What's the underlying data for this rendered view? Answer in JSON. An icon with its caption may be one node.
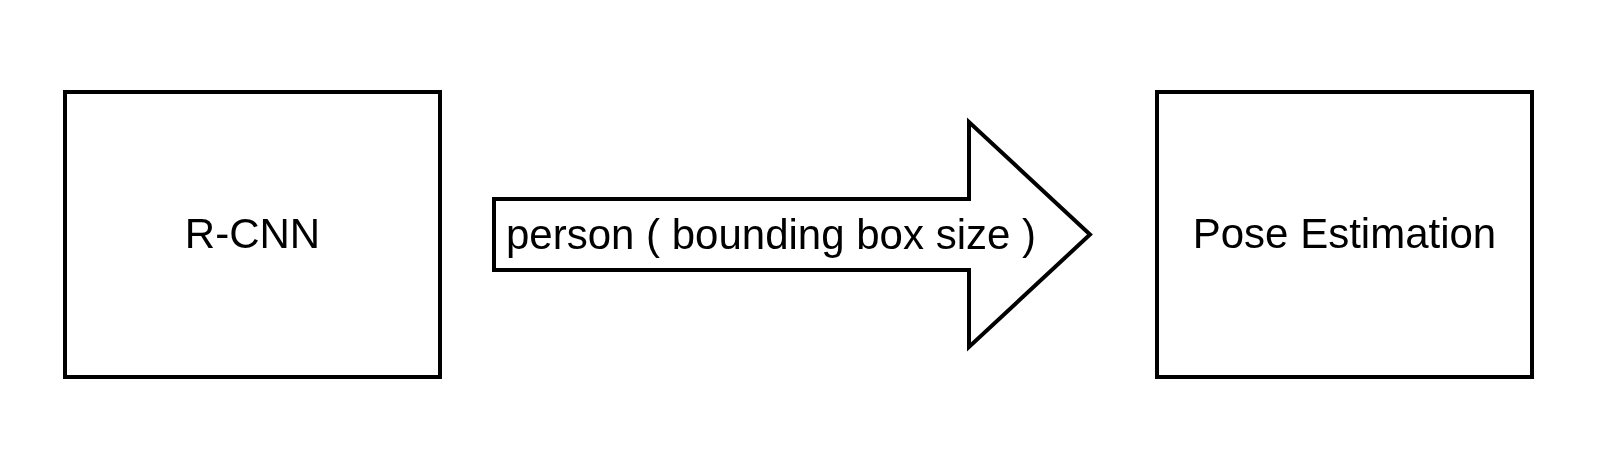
{
  "diagram": {
    "nodes": [
      {
        "text": [
          "R-CNN"
        ]
      },
      {
        "text": [
          "Pose Estimation"
        ]
      }
    ],
    "edges": [
      {
        "from": 0,
        "to": 1,
        "arrow": "to",
        "label": "person ( bounding box size )",
        "style": "thick"
      }
    ]
  }
}
